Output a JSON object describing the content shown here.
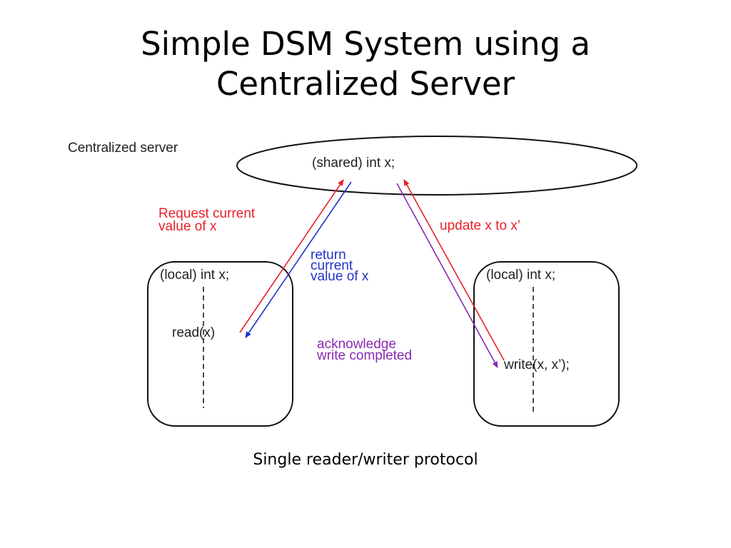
{
  "slide": {
    "title_line1": "Simple DSM System using a",
    "title_line2": "Centralized Server",
    "caption": "Single reader/writer protocol"
  },
  "diagram": {
    "server_label": "Centralized server",
    "server_content": "(shared) int x;",
    "reader_content": "(local) int x;",
    "reader_op": "read(x)",
    "writer_content": "(local) int x;",
    "writer_op": "write(x, x’);",
    "request_line1": "Request current",
    "request_line2": "value of x",
    "return_line1": "return",
    "return_line2": "current",
    "return_line3": "value of x",
    "update_label": "update x to x’",
    "ack_line1": "acknowledge",
    "ack_line2": "write completed",
    "colors": {
      "request": "#e8202a",
      "return": "#2233cc",
      "ack": "#8a2ab0",
      "outline": "#000000"
    }
  }
}
